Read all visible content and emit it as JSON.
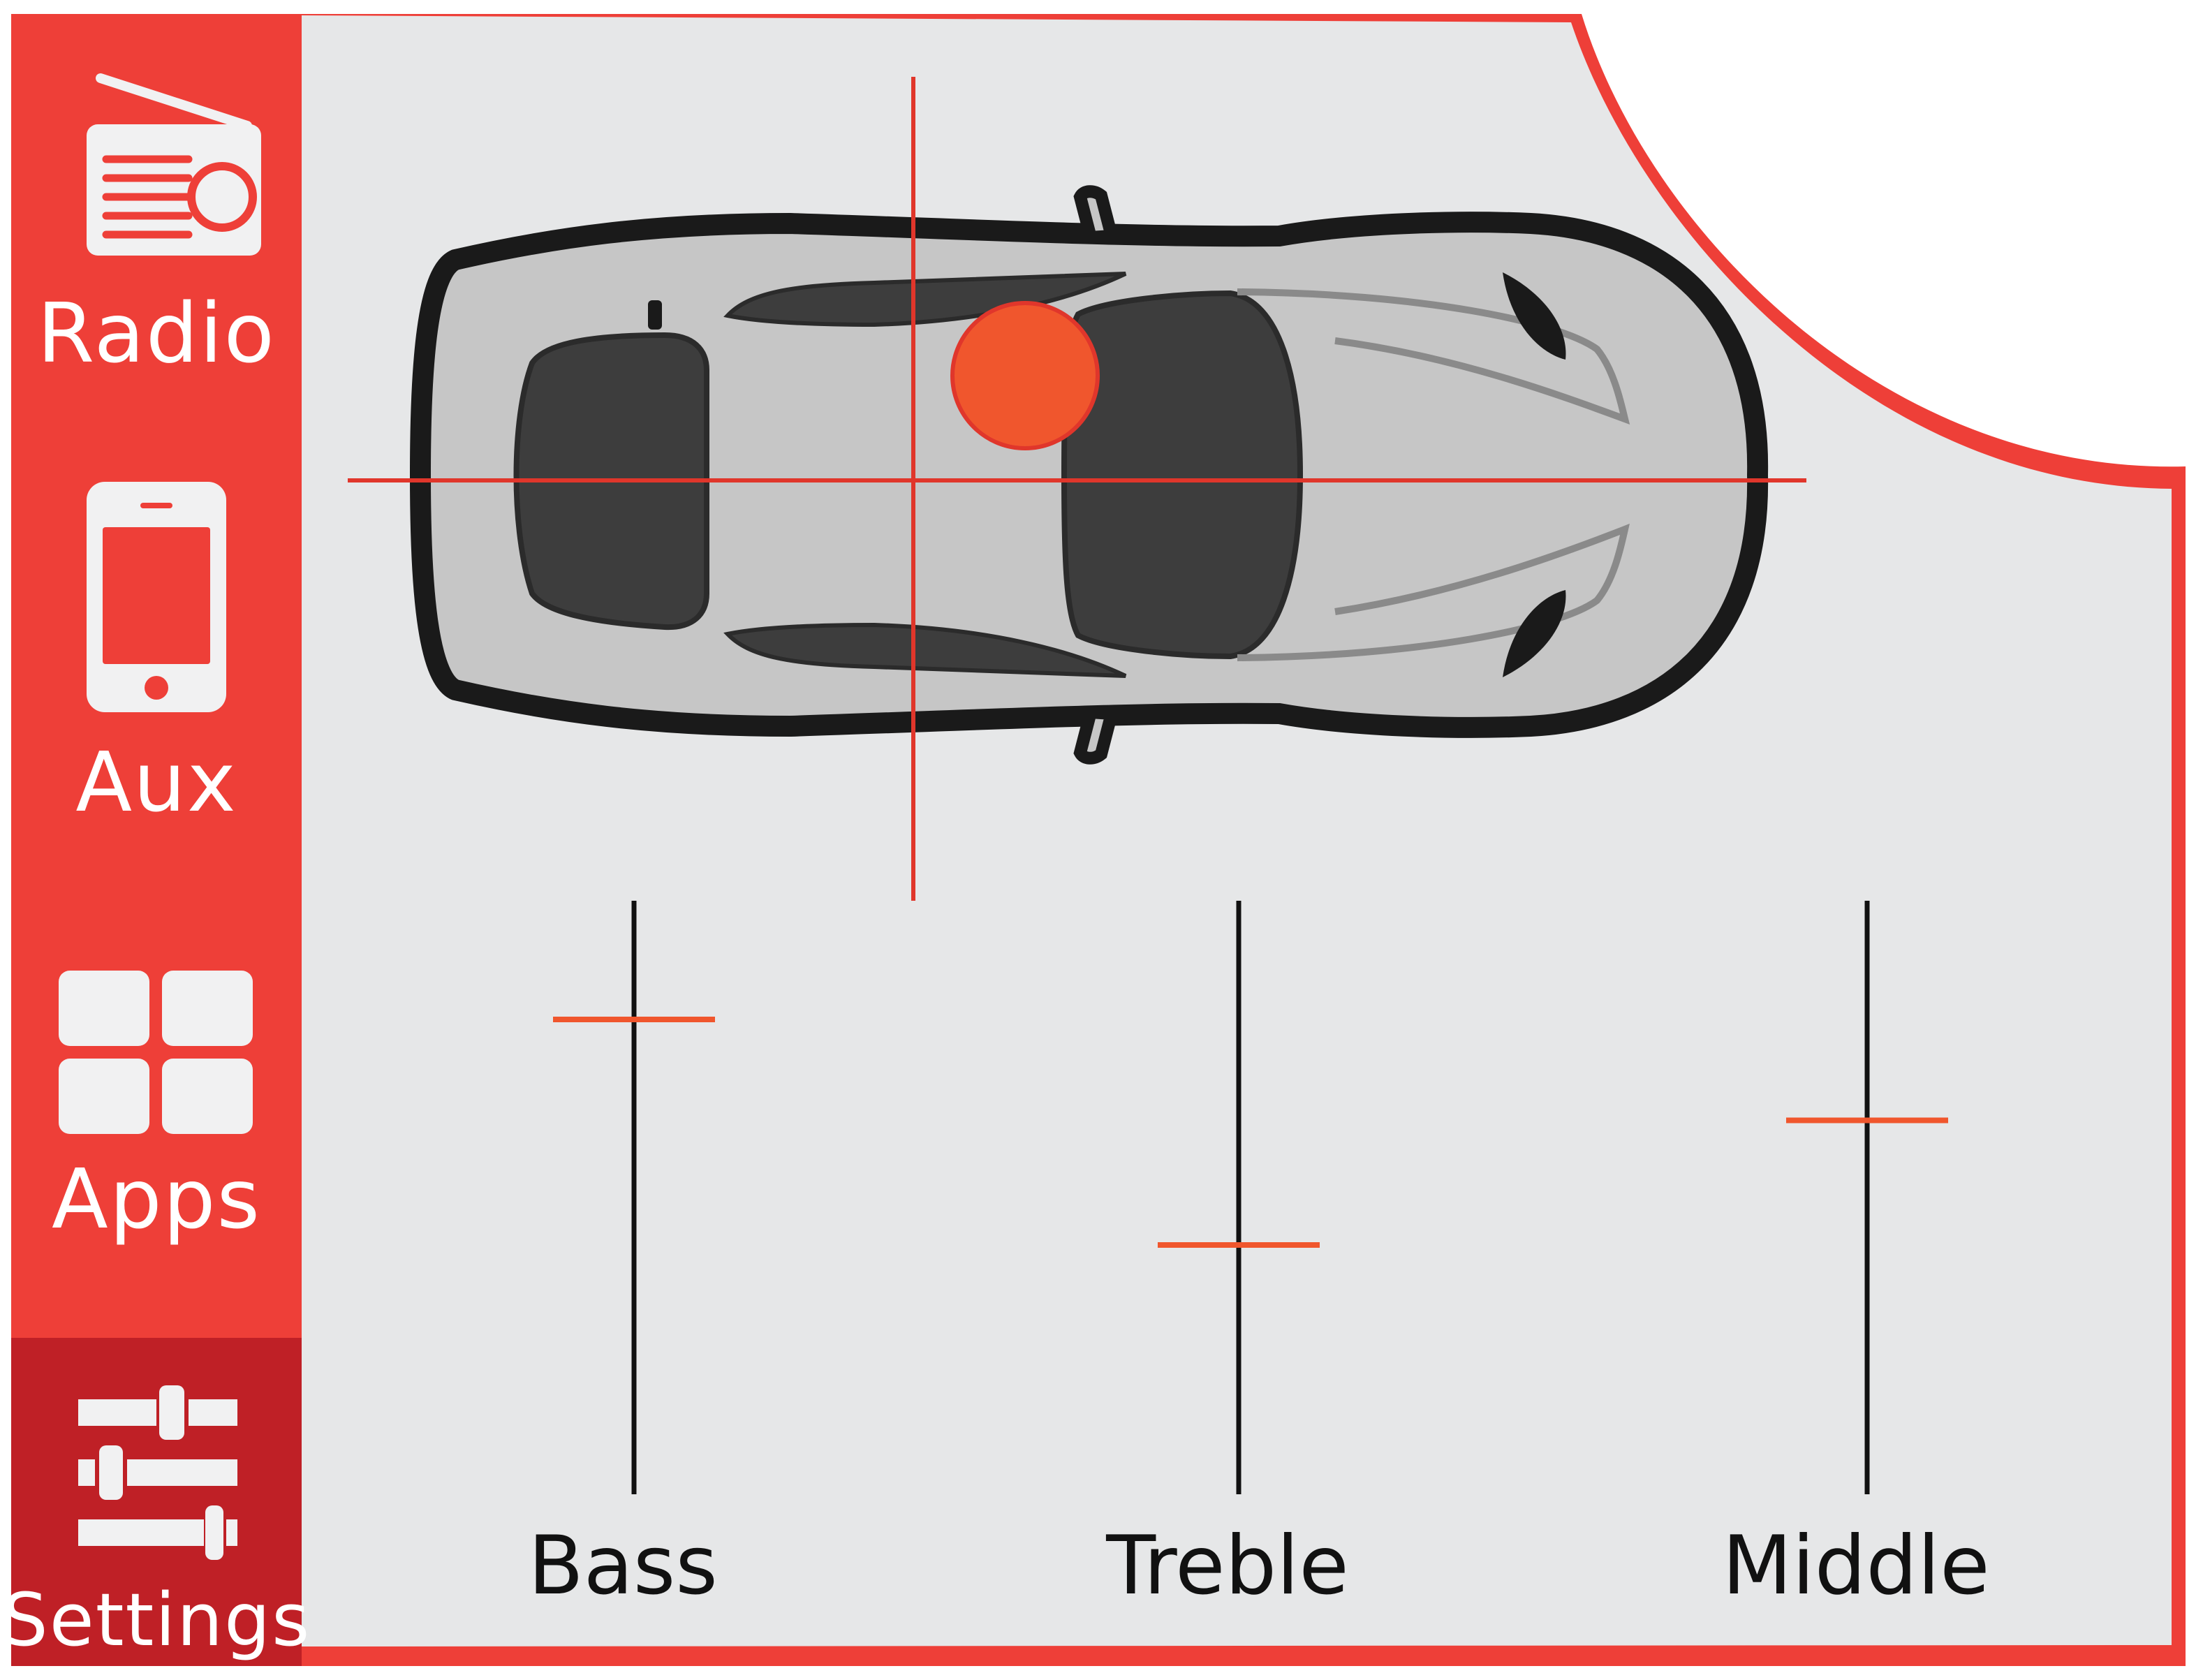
{
  "colors": {
    "frame_red": "#ee3f38",
    "active_red": "#bf2026",
    "panel_bg": "#e6e7e8",
    "icon_white": "#f1f1f2",
    "marker_orange": "#f0562d",
    "crosshair_red": "#e0362b",
    "slider_track": "#111111"
  },
  "sidebar": {
    "items": [
      {
        "label": "Radio",
        "icon": "radio-icon",
        "active": false
      },
      {
        "label": "Aux",
        "icon": "smartphone-icon",
        "active": false
      },
      {
        "label": "Apps",
        "icon": "apps-grid-icon",
        "active": false
      },
      {
        "label": "Settings",
        "icon": "sliders-icon",
        "active": true
      }
    ]
  },
  "balance": {
    "icon": "car-top-view-icon",
    "listener_position": {
      "left_right_percent": 21,
      "front_rear_percent": -19
    }
  },
  "equalizer": {
    "sliders": [
      {
        "label": "Bass",
        "level": 0.8
      },
      {
        "label": "Treble",
        "level": 0.42
      },
      {
        "label": "Middle",
        "level": 0.63
      }
    ]
  }
}
